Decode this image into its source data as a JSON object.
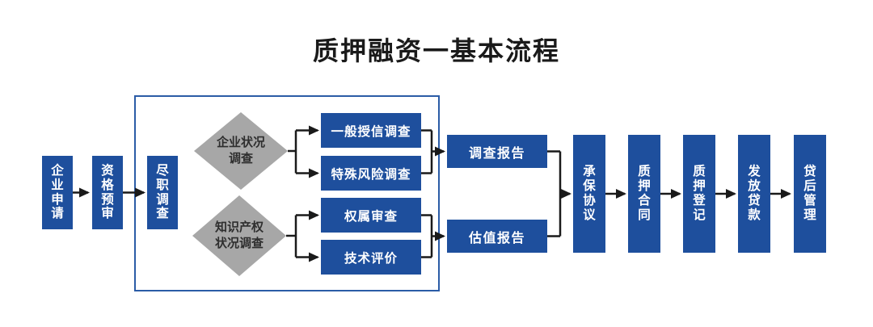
{
  "title": "质押融资一基本流程",
  "colors": {
    "node_blue": "#1e4f9d",
    "diamond_gray": "#a7a7a7",
    "connector_black": "#1a1a1a",
    "container_border_blue": "#2b5ca6",
    "node_text": "#ffffff"
  },
  "nodes": {
    "start": [
      "企业申请",
      "资格预审",
      "尽职调查"
    ],
    "diamonds": [
      {
        "line1": "企业状况",
        "line2": "调查"
      },
      {
        "line1": "知识产权",
        "line2": "状况调查"
      }
    ],
    "investigations": [
      "一般授信调查",
      "特殊风险调查",
      "权属审查",
      "技术评价"
    ],
    "reports": [
      "调查报告",
      "估值报告"
    ],
    "tail": [
      "承保协议",
      "质押合同",
      "质押登记",
      "发放贷款",
      "贷后管理"
    ]
  }
}
